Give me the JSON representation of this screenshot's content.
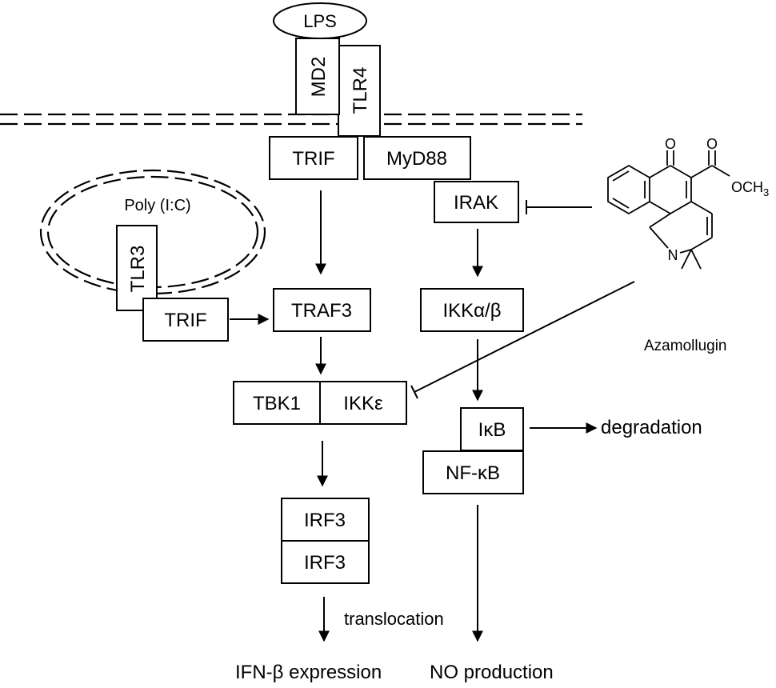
{
  "nodes": {
    "lps": "LPS",
    "md2": "MD2",
    "tlr4": "TLR4",
    "trif_top": "TRIF",
    "myd88": "MyD88",
    "irak": "IRAK",
    "poly_ic": "Poly (I:C)",
    "tlr3": "TLR3",
    "trif_left": "TRIF",
    "traf3": "TRAF3",
    "ikk_ab": "IKKα/β",
    "tbk1": "TBK1",
    "ikk_e": "IKKε",
    "ikb": "IκB",
    "nfkb": "NF-κB",
    "irf3_a": "IRF3",
    "irf3_b": "IRF3"
  },
  "labels": {
    "degradation": "degradation",
    "translocation": "translocation",
    "ifn_expression": "IFN-β expression",
    "no_production": "NO production",
    "azamollugin": "Azamollugin"
  },
  "molecule": {
    "oxygen_ketone": "O",
    "oxygen_ester": "O",
    "methoxy": "OCH",
    "methoxy_subscript": "3",
    "nitrogen": "N"
  },
  "colors": {
    "stroke": "#000000",
    "background": "#ffffff"
  }
}
